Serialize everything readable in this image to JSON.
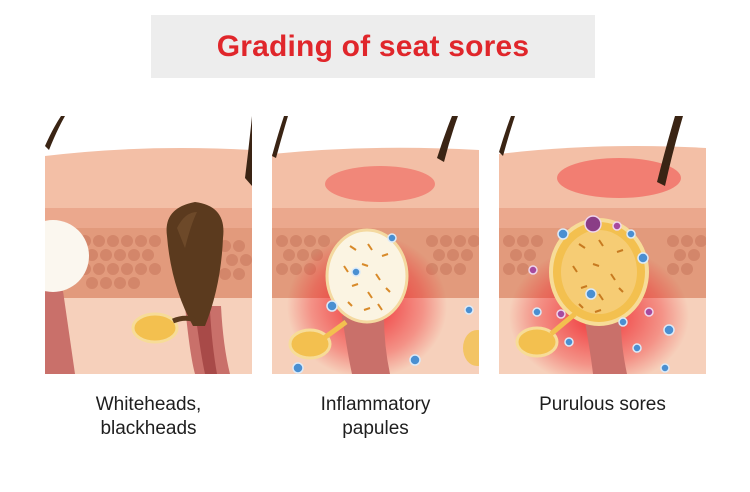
{
  "title": "Grading of seat sores",
  "panels": [
    {
      "caption_lines": [
        "Whiteheads,",
        "blackheads"
      ]
    },
    {
      "caption_lines": [
        "Inflammatory",
        "papules"
      ]
    },
    {
      "caption_lines": [
        "Purulous sores"
      ]
    }
  ],
  "colors": {
    "title": "#e0262b",
    "title_background": "#ededed",
    "skin_surface": "#f3c8b0",
    "fat_layer": "#e29a7c",
    "dermis": "#f6d0bb",
    "inflammation": "#ef1f26",
    "pus": "#f3c04f",
    "blackhead": "#5b3a1e",
    "bacteria": "#4a8fd1"
  }
}
